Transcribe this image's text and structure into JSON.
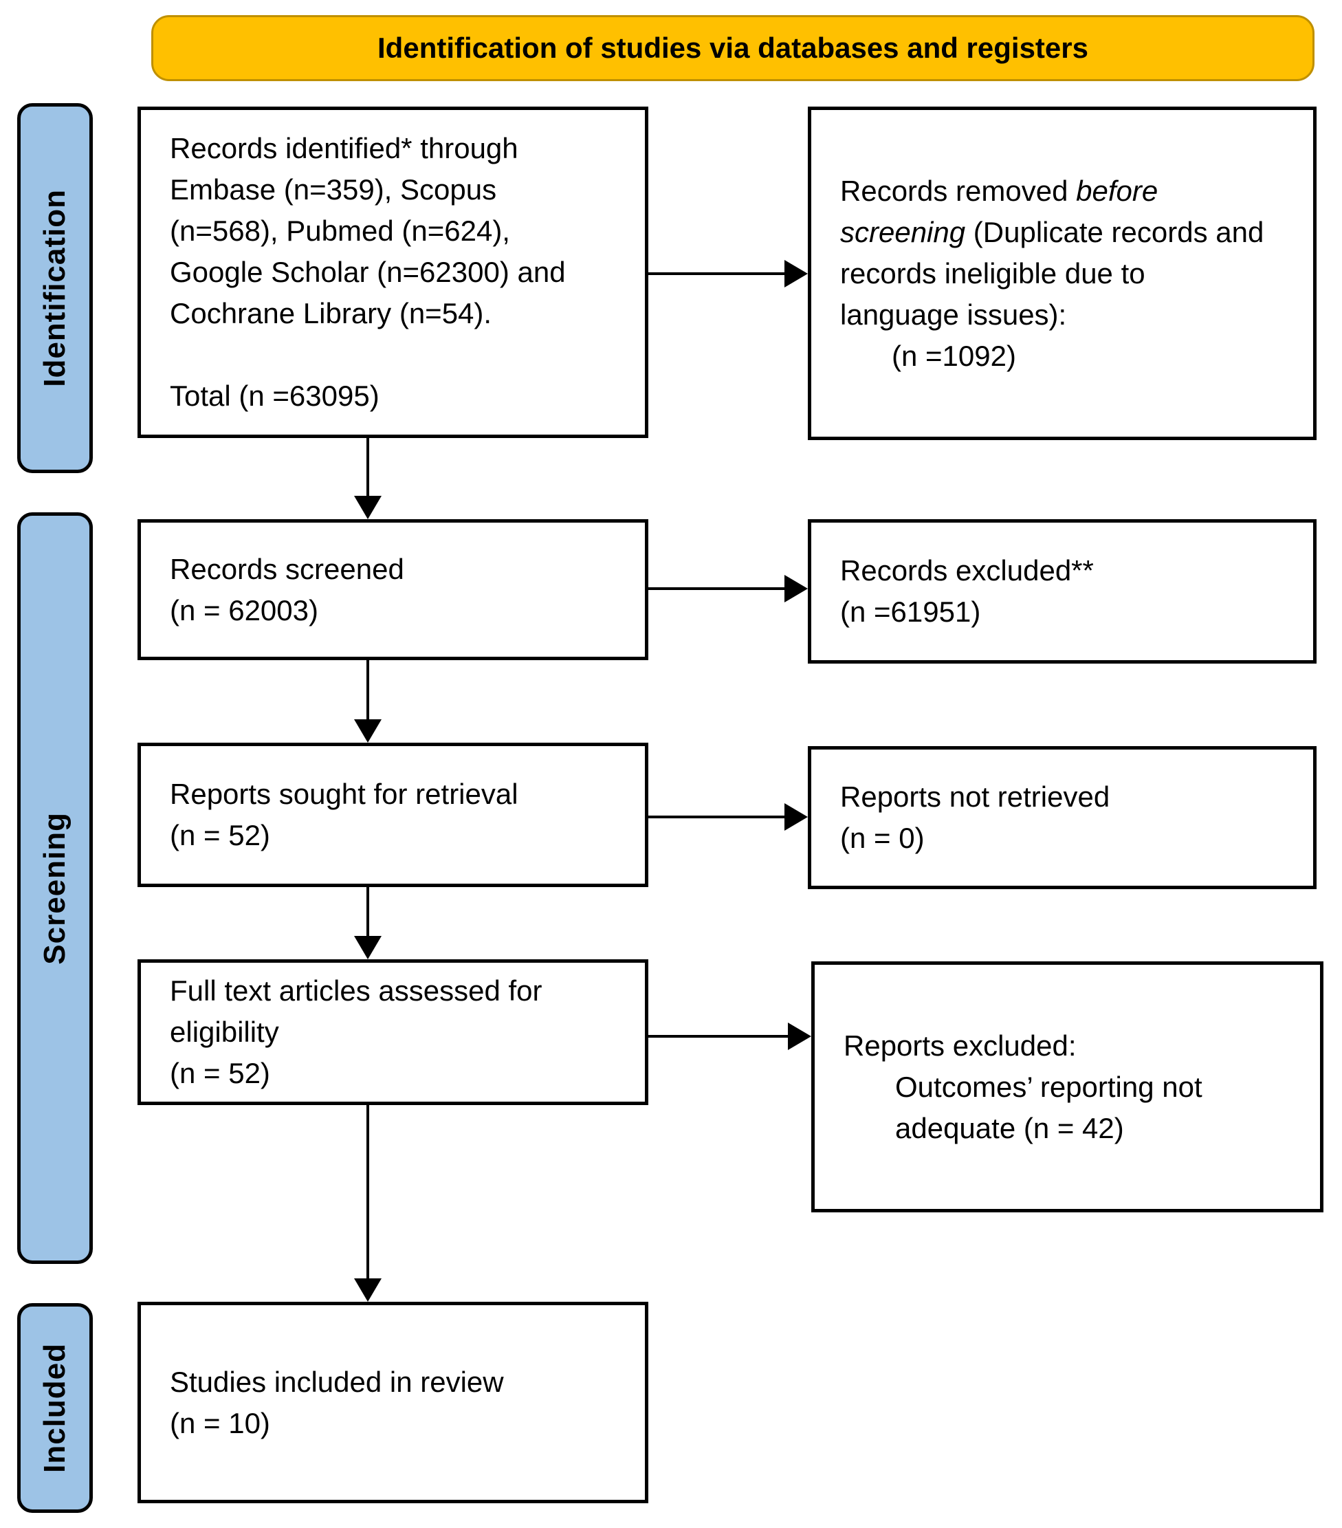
{
  "banner": {
    "title": "Identification of studies via databases and registers"
  },
  "stages": {
    "identification": "Identification",
    "screening": "Screening",
    "included": "Included"
  },
  "boxes": {
    "records_identified": {
      "lines": [
        "Records identified* through",
        "Embase (n=359), Scopus",
        "(n=568), Pubmed (n=624),",
        "Google Scholar (n=62300) and",
        "Cochrane Library (n=54)."
      ],
      "total": "Total (n =63095)"
    },
    "records_removed": {
      "seg_normal1": "Records removed ",
      "seg_italic1": "before",
      "seg_italic2": "screening",
      "seg_normal2": " (Duplicate records and",
      "line3": "records ineligible due to",
      "line4": "language issues):",
      "count": "(n =1092)"
    },
    "records_screened": {
      "line1": "Records screened",
      "count": "(n = 62003)"
    },
    "records_excluded": {
      "line1": "Records excluded**",
      "count": "(n =61951)"
    },
    "reports_sought": {
      "line1": "Reports sought for retrieval",
      "count": "(n = 52)"
    },
    "reports_not_retrieved": {
      "line1": "Reports not retrieved",
      "count": "(n = 0)"
    },
    "fulltext_assessed": {
      "line1": "Full text articles assessed for",
      "line2": "eligibility",
      "count": "(n = 52)"
    },
    "reports_excluded": {
      "line1": "Reports excluded:",
      "reason_line1": "Outcomes’ reporting not",
      "reason_line2": "adequate (n = 42)"
    },
    "studies_included": {
      "line1": "Studies included in review",
      "count": "(n = 10)"
    }
  },
  "colors": {
    "banner_fill": "#FFC000",
    "banner_border": "#BF9000",
    "stage_fill": "#9DC3E6",
    "box_fill": "#FFFFFF",
    "line": "#000000"
  }
}
